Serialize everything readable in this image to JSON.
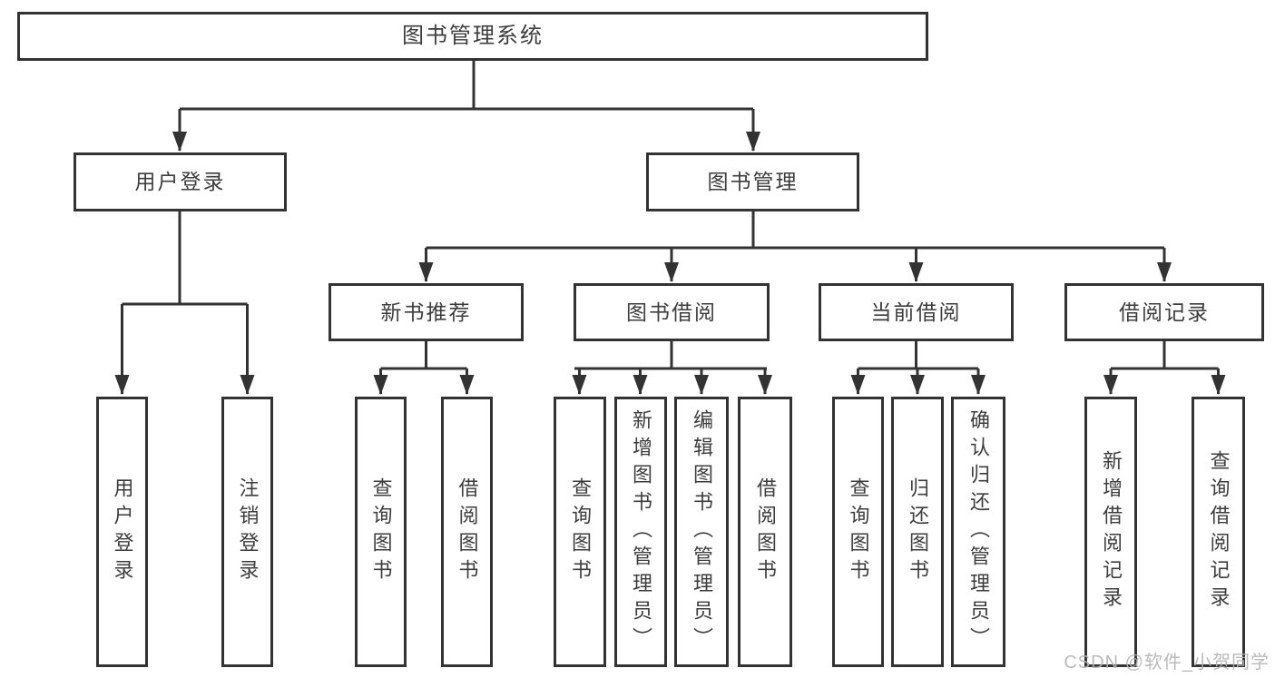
{
  "diagram": {
    "root": {
      "label": "图书管理系统"
    },
    "level2": [
      {
        "label": "用户登录",
        "parent": "图书管理系统"
      },
      {
        "label": "图书管理",
        "parent": "图书管理系统"
      }
    ],
    "level3": [
      {
        "label": "新书推荐",
        "parent": "图书管理"
      },
      {
        "label": "图书借阅",
        "parent": "图书管理"
      },
      {
        "label": "当前借阅",
        "parent": "图书管理"
      },
      {
        "label": "借阅记录",
        "parent": "图书管理"
      }
    ],
    "leaves": [
      {
        "label": "用户登录",
        "parent": "用户登录"
      },
      {
        "label": "注销登录",
        "parent": "用户登录"
      },
      {
        "label": "查询图书",
        "parent": "新书推荐"
      },
      {
        "label": "借阅图书",
        "parent": "新书推荐"
      },
      {
        "label": "查询图书",
        "parent": "图书借阅"
      },
      {
        "label": "新增图书（管理员）",
        "parent": "图书借阅"
      },
      {
        "label": "编辑图书（管理员）",
        "parent": "图书借阅"
      },
      {
        "label": "借阅图书",
        "parent": "图书借阅"
      },
      {
        "label": "查询图书",
        "parent": "当前借阅"
      },
      {
        "label": "归还图书",
        "parent": "当前借阅"
      },
      {
        "label": "确认归还（管理员）",
        "parent": "当前借阅"
      },
      {
        "label": "新增借阅记录",
        "parent": "借阅记录"
      },
      {
        "label": "查询借阅记录",
        "parent": "借阅记录"
      }
    ]
  },
  "watermark": "CSDN @软件_小贺同学",
  "colors": {
    "line": "#333333",
    "text": "#3d3d3d",
    "watermark": "#b3b3b3",
    "background": "#ffffff"
  }
}
